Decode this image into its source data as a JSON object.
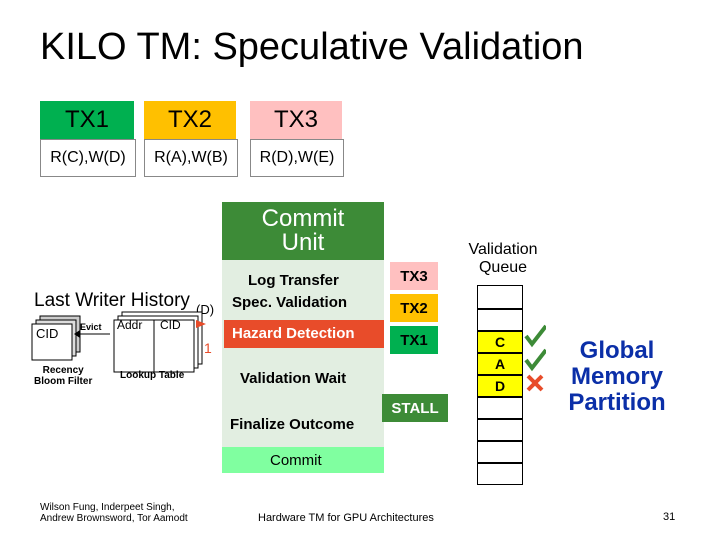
{
  "title": "KILO TM: Speculative Validation",
  "transactions": [
    {
      "name": "TX1",
      "ops": "R(C),W(D)",
      "color": "#00b050"
    },
    {
      "name": "TX2",
      "ops": "R(A),W(B)",
      "color": "#ffc000"
    },
    {
      "name": "TX3",
      "ops": "R(D),W(E)",
      "color": "#ffc0c0"
    }
  ],
  "commit_unit": "Commit\nUnit",
  "lwh": {
    "title": "Last Writer History",
    "cid": "CID",
    "evict": "Evict",
    "addr": "Addr",
    "cid2": "CID",
    "recency_bloom": "Recency\nBloom Filter",
    "lookup_table": "Lookup Table",
    "d_label": "(D)",
    "marker_number": "1"
  },
  "stages": {
    "log_transfer": "Log Transfer",
    "spec_validation": "Spec. Validation",
    "hazard_detection": "Hazard Detection",
    "validation_wait": "Validation Wait",
    "finalize_outcome": "Finalize Outcome",
    "commit": "Commit"
  },
  "stage_tags": {
    "tx3": "TX3",
    "tx2": "TX2",
    "tx1": "TX1",
    "stall": "STALL"
  },
  "validation_queue": {
    "label": "Validation\nQueue",
    "entries": [
      "C",
      "A",
      "D"
    ],
    "status": [
      "check",
      "check",
      "cross"
    ]
  },
  "global_memory": "Global\nMemory\nPartition",
  "footer": {
    "authors": "Wilson Fung, Inderpeet Singh,\nAndrew Brownsword, Tor Aamodt",
    "center": "Hardware TM for GPU Architectures",
    "page": "31"
  },
  "colors": {
    "green": "#3d8b37",
    "red": "#e84c2a",
    "yellow": "#ffff00",
    "pink": "#ffc0c0",
    "mint": "#80ffa0",
    "navy": "#0b2fa8"
  }
}
